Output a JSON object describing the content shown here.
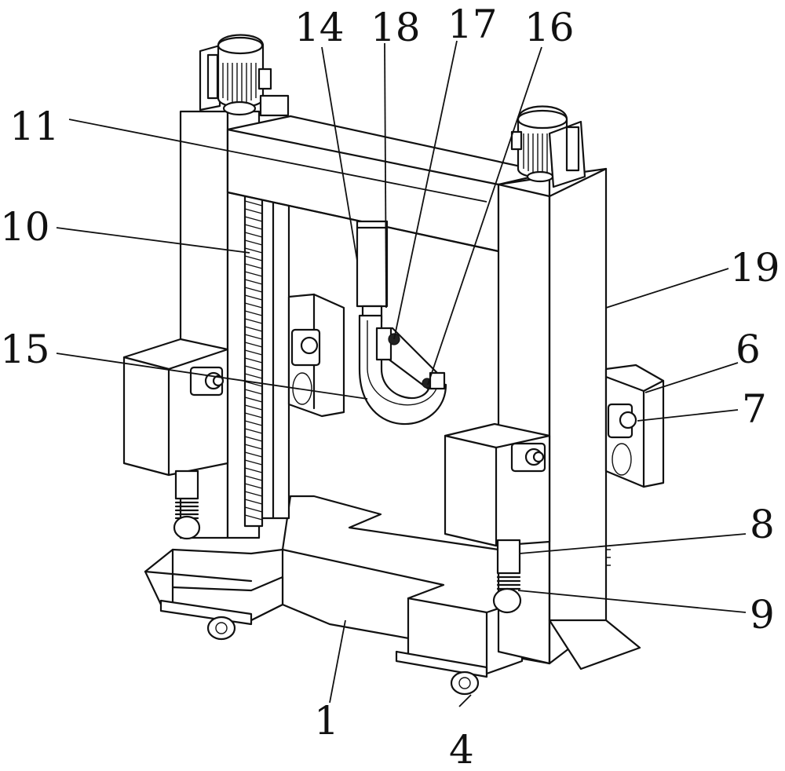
{
  "labels": [
    {
      "id": "1",
      "text": "1"
    },
    {
      "id": "4",
      "text": "4"
    },
    {
      "id": "6",
      "text": "6"
    },
    {
      "id": "7",
      "text": "7"
    },
    {
      "id": "8",
      "text": "8"
    },
    {
      "id": "9",
      "text": "9"
    },
    {
      "id": "10",
      "text": "10"
    },
    {
      "id": "11",
      "text": "11"
    },
    {
      "id": "14",
      "text": "14"
    },
    {
      "id": "15",
      "text": "15"
    },
    {
      "id": "16",
      "text": "16"
    },
    {
      "id": "17",
      "text": "17"
    },
    {
      "id": "18",
      "text": "18"
    },
    {
      "id": "19",
      "text": "19"
    }
  ]
}
